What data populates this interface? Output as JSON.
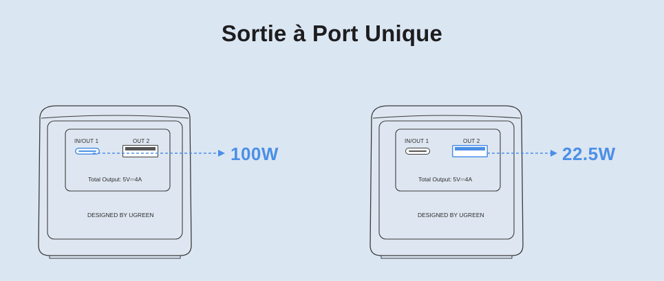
{
  "title": "Sortie à Port Unique",
  "devices": [
    {
      "port1_label": "IN/OUT 1",
      "port2_label": "OUT 2",
      "total_output": "Total Output: 5V⎓4A",
      "brand_text": "DESIGNED BY UGREEN",
      "active_port": "IN/OUT 1",
      "power": "100W"
    },
    {
      "port1_label": "IN/OUT 1",
      "port2_label": "OUT 2",
      "total_output": "Total Output: 5V⎓4A",
      "brand_text": "DESIGNED BY UGREEN",
      "active_port": "OUT 2",
      "power": "22.5W"
    }
  ],
  "colors": {
    "background": "#dbe6f3",
    "accent": "#4b8fe6",
    "device_body": "#dde6f0",
    "outline": "#3a3a3a"
  },
  "icons": [
    "usb-c-port-icon",
    "usb-a-port-icon",
    "arrow-right-icon"
  ]
}
